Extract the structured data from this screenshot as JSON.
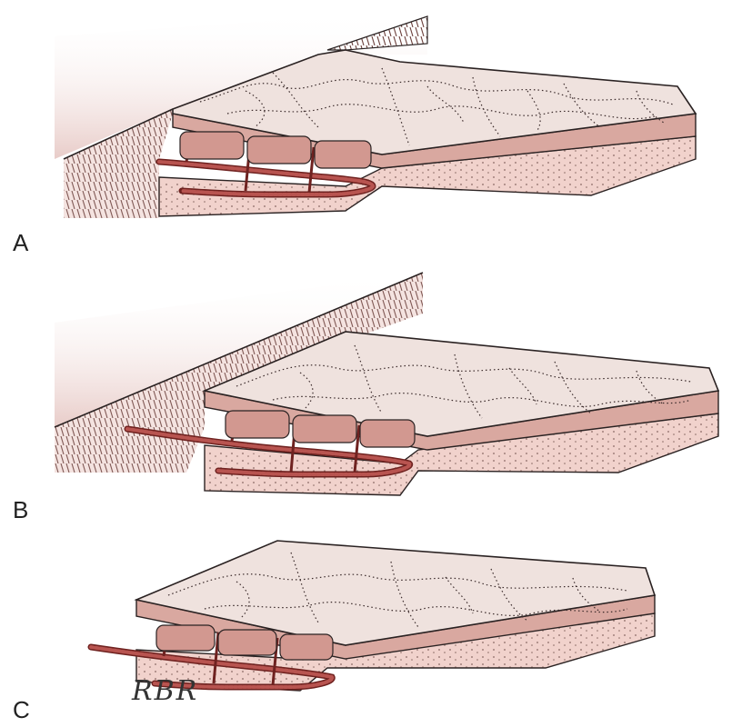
{
  "panels": [
    {
      "id": "A",
      "label": "A",
      "layout": "flap-in-situ"
    },
    {
      "id": "B",
      "label": "B",
      "layout": "flap-elevated"
    },
    {
      "id": "C",
      "label": "C",
      "layout": "flap-free"
    }
  ],
  "signature": "RBR",
  "colors": {
    "flap_surface": "#efe2de",
    "flap_side": "#d9a8a0",
    "fat_layer": "#f1d2cc",
    "vessel": "#9e3a36",
    "vessel_dark": "#6f2220",
    "donor_hatch": "#6a3e3a",
    "donor_shadow": "#e8cfcb",
    "outline": "#2a2222"
  }
}
